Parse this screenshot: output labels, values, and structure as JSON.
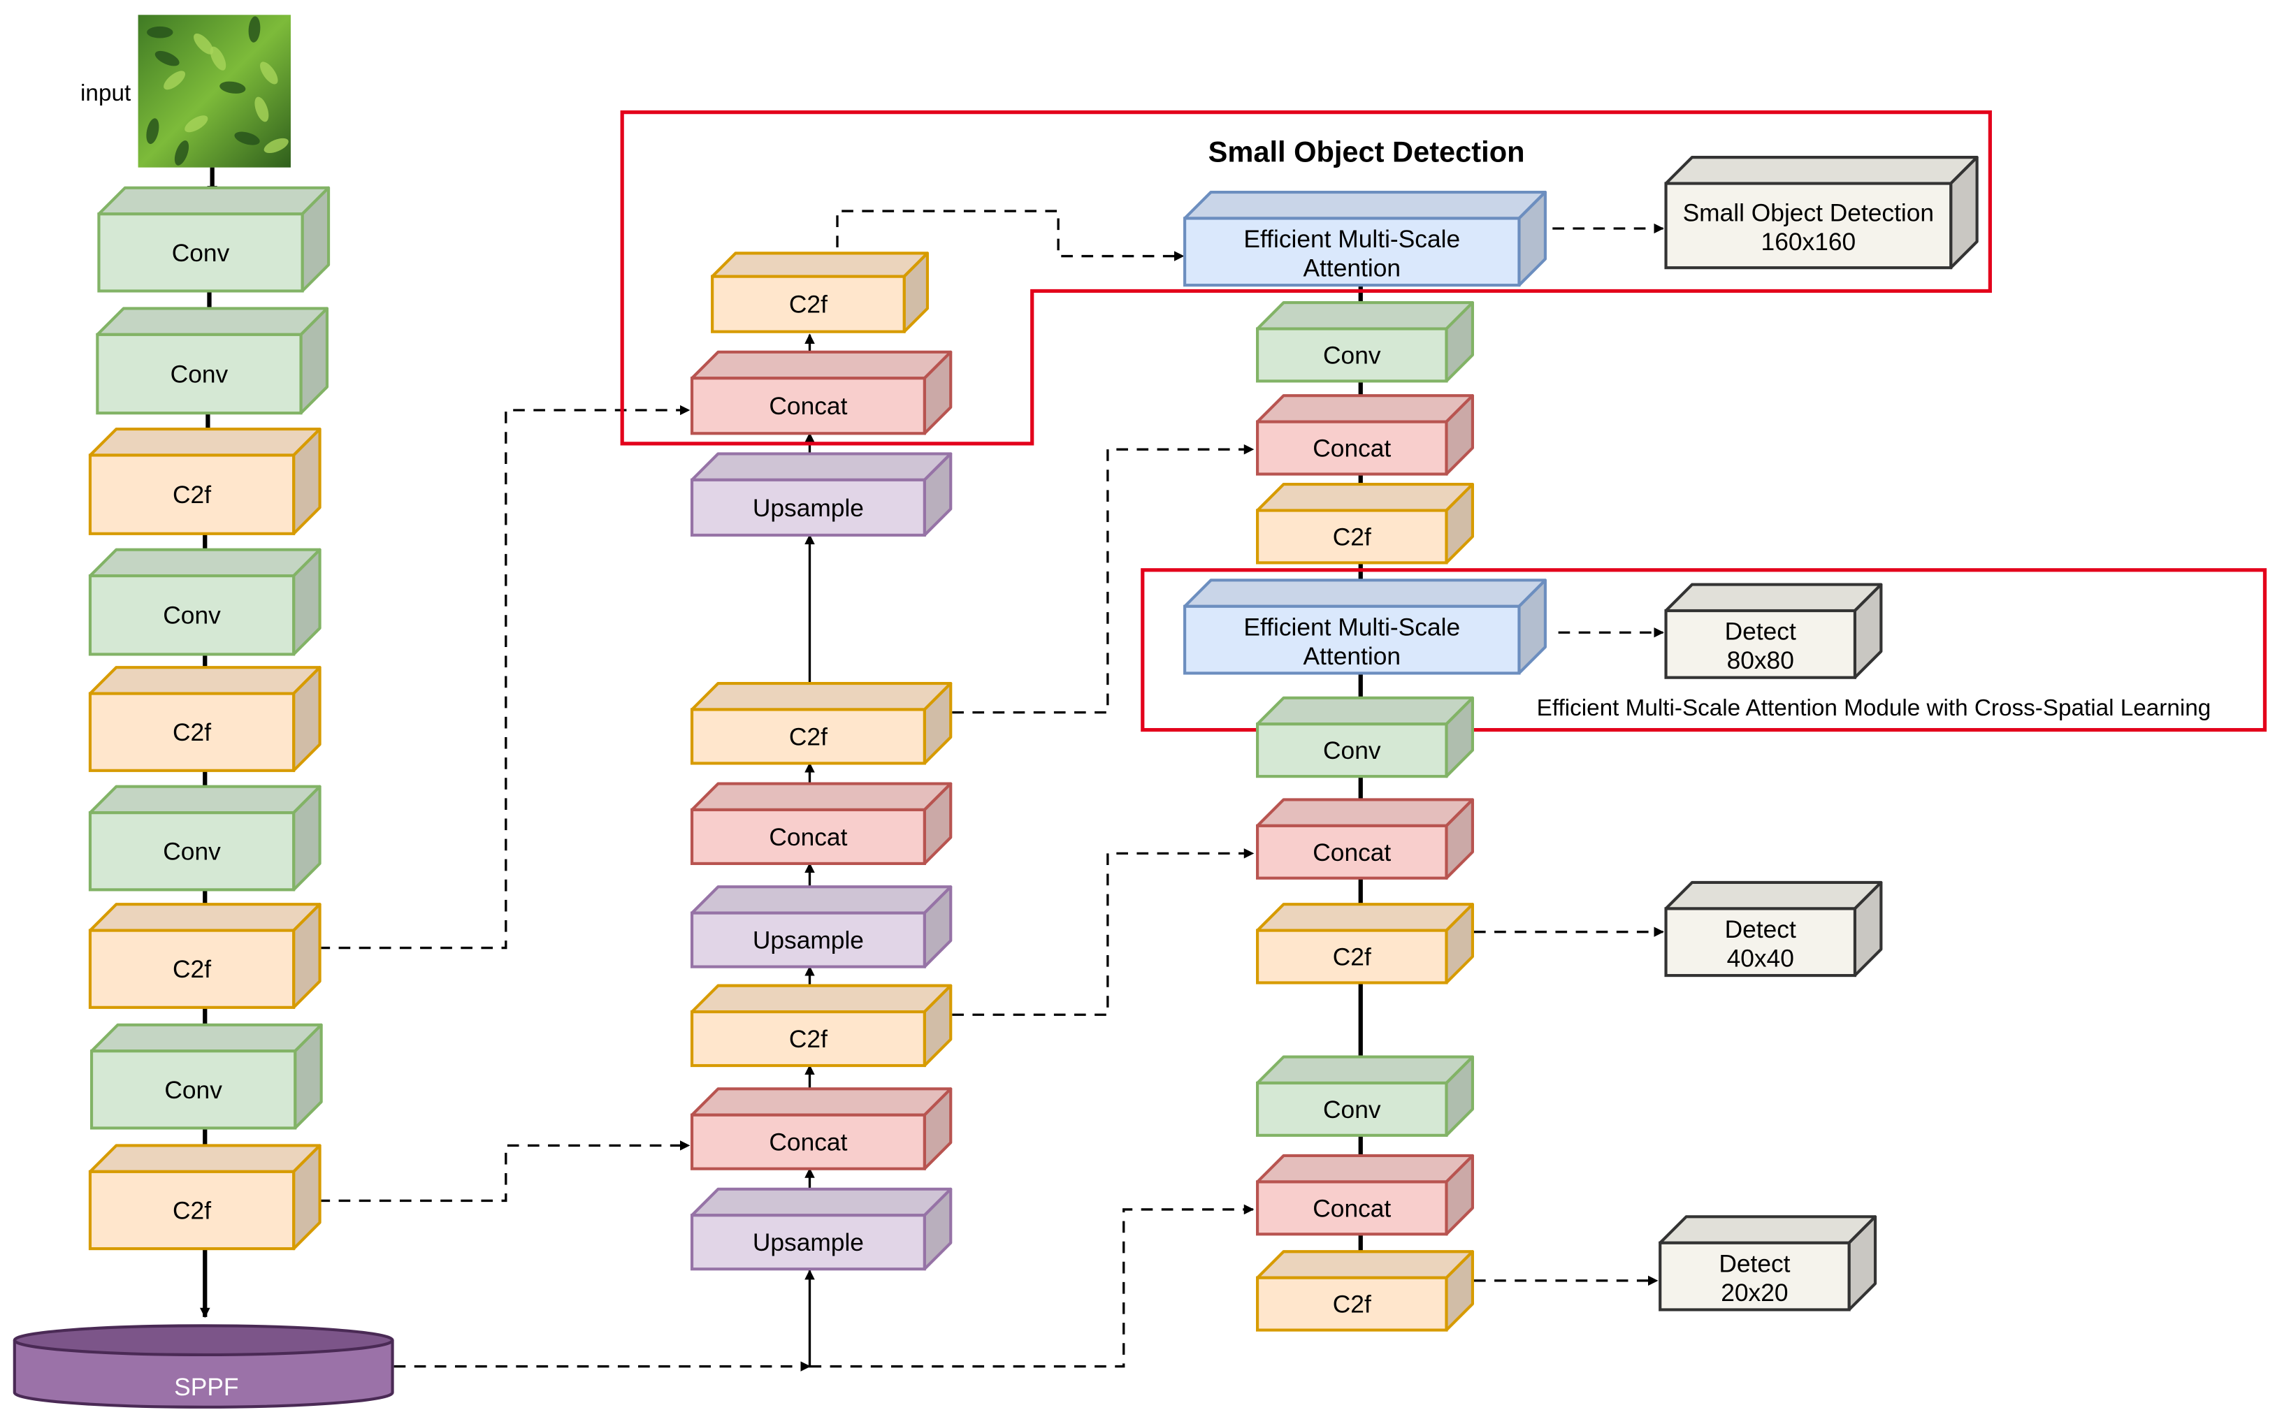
{
  "colors": {
    "conv": {
      "fill": "#d5e8d4",
      "stroke": "#82b366"
    },
    "c2f": {
      "fill": "#ffe6cc",
      "stroke": "#d79b00"
    },
    "concat": {
      "fill": "#f8cecc",
      "stroke": "#b85450"
    },
    "upsample": {
      "fill": "#e1d5e7",
      "stroke": "#9673a6"
    },
    "attention": {
      "fill": "#dae8fc",
      "stroke": "#6c8ebf"
    },
    "detect": {
      "fill": "#f5f3ec",
      "stroke": "#333333"
    },
    "sppf": {
      "fill": "#9b72a8",
      "stroke": "#4a2a55"
    },
    "highlight": "#e3001b",
    "arrow": "#000000"
  },
  "input": {
    "label": "input"
  },
  "labels": {
    "conv": "Conv",
    "c2f": "C2f",
    "concat": "Concat",
    "upsample": "Upsample",
    "sppf": "SPPF",
    "attention_line1": "Efficient Multi-Scale",
    "attention_line2": "Attention"
  },
  "detect_heads": [
    {
      "line1": "Small Object Detection",
      "line2": "160x160"
    },
    {
      "line1": "Detect",
      "line2": "80x80"
    },
    {
      "line1": "Detect",
      "line2": "40x40"
    },
    {
      "line1": "Detect",
      "line2": "20x20"
    }
  ],
  "annotations": {
    "small_object_title": "Small Object Detection",
    "ema_caption": "Efficient Multi-Scale Attention Module with Cross-Spatial Learning"
  }
}
